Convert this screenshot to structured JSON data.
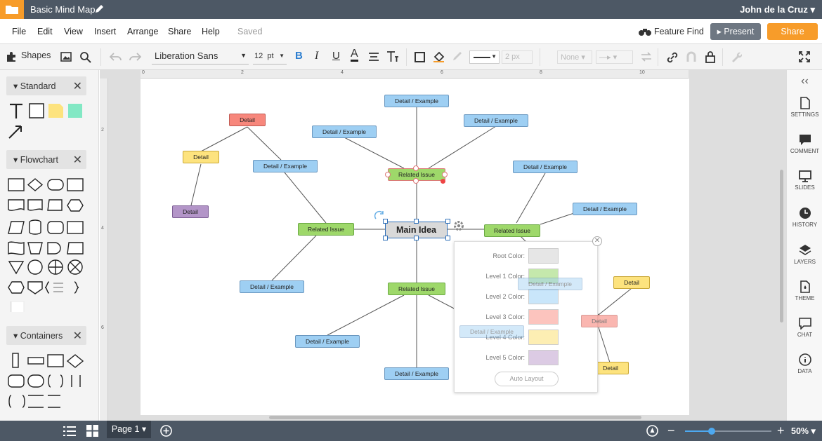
{
  "topbar": {
    "title": "Basic Mind Map",
    "user": "John de la Cruz ▾"
  },
  "menu": {
    "items": [
      "File",
      "Edit",
      "View",
      "Insert",
      "Arrange",
      "Share",
      "Help"
    ],
    "saved": "Saved",
    "feature_find": "Feature Find",
    "present": "▸ Present",
    "share": "Share"
  },
  "toolbar": {
    "shapes": "Shapes",
    "font": "Liberation Sans",
    "font_size": "12",
    "font_unit": "pt",
    "line_width": "2 px",
    "arrow_none": "None"
  },
  "left_panel": {
    "libraries": [
      {
        "name": "Standard"
      },
      {
        "name": "Flowchart"
      },
      {
        "name": "Containers"
      }
    ]
  },
  "right_panel": {
    "items": [
      "SETTINGS",
      "COMMENT",
      "SLIDES",
      "HISTORY",
      "LAYERS",
      "THEME",
      "CHAT",
      "DATA"
    ]
  },
  "diagram": {
    "main": "Main Idea",
    "detail_example": "Detail / Example",
    "related_issue": "Related Issue",
    "detail": "Detail"
  },
  "popup": {
    "rows": [
      {
        "label": "Root Color:",
        "color": "#e6e6e6"
      },
      {
        "label": "Level 1 Color:",
        "color": "#c5e8ac"
      },
      {
        "label": "Level 2 Color:",
        "color": "#c9e6fa"
      },
      {
        "label": "Level 3 Color:",
        "color": "#fcc4be"
      },
      {
        "label": "Level 4 Color:",
        "color": "#fdeeb3"
      },
      {
        "label": "Level 5 Color:",
        "color": "#dccbe4"
      }
    ],
    "auto_layout": "Auto Layout"
  },
  "bottom": {
    "page": "Page 1 ▾",
    "zoom": "50%"
  },
  "colors": {
    "topbar": "#4d5865",
    "accent": "#f79c2a",
    "present": "#6e7782"
  }
}
